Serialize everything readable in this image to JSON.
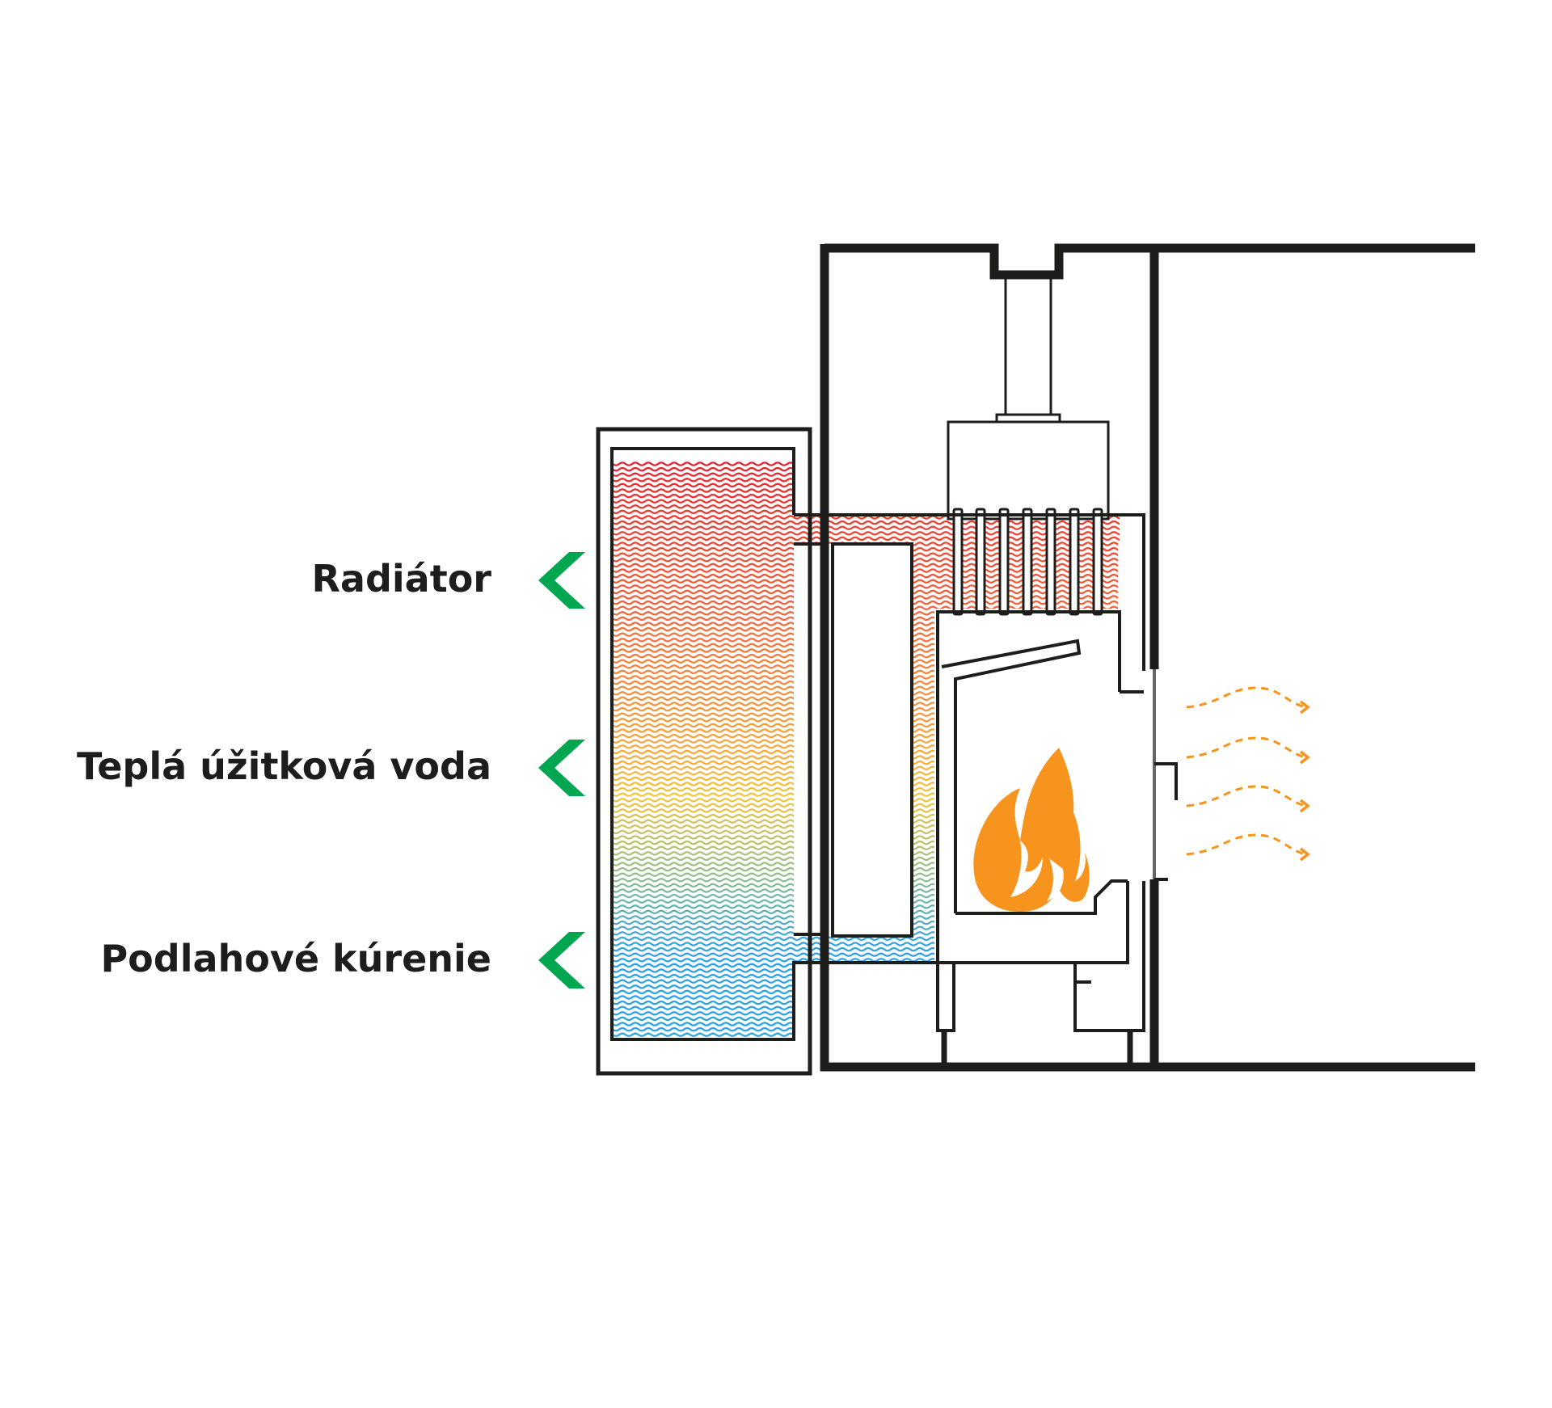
{
  "outputs": [
    {
      "label": "Radiátor"
    },
    {
      "label": "Teplá úžitková voda"
    },
    {
      "label": "Podlahové kúrenie"
    }
  ],
  "colors": {
    "structure": "#1d1d1b",
    "arrow_green": "#00a650",
    "flame_orange": "#f7941d",
    "heat_orange": "#f7941d",
    "water_hot": "#e8202a",
    "water_warm": "#f6a33a",
    "water_mid": "#f2c53d",
    "water_cool": "#8fbf8e",
    "water_cold": "#2aa3e6"
  },
  "icons": {
    "output_arrow": "chevron-left-icon",
    "flame": "flame-icon",
    "heat_waves": "heat-wave-icon"
  }
}
